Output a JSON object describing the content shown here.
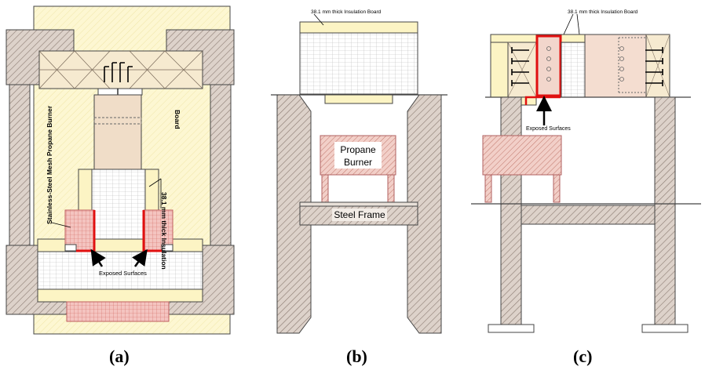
{
  "panels": {
    "a": {
      "caption": "(a)",
      "burner_label": "Stainless-Steel Mesh Propane Burner",
      "insulation_label_line1": "38.1 mm thick Insulation",
      "insulation_label_line2": "Board",
      "exposed_label": "Exposed Surfaces"
    },
    "b": {
      "caption": "(b)",
      "insulation_label": "38.1 mm thick Insulation Board",
      "burner_label_line1": "Propane",
      "burner_label_line2": "Burner",
      "frame_label": "Steel Frame"
    },
    "c": {
      "caption": "(c)",
      "insulation_label": "38.1 mm thick Insulation Board",
      "exposed_label": "Exposed Surfaces"
    }
  },
  "colors": {
    "insulation": "#fcf4c4",
    "timber": "#f6e8d8",
    "steel_hatch": "#c8b8ae",
    "burner_mesh": "#eab8b0",
    "exposed_edge": "#e01010",
    "frame_outline": "#444444"
  }
}
